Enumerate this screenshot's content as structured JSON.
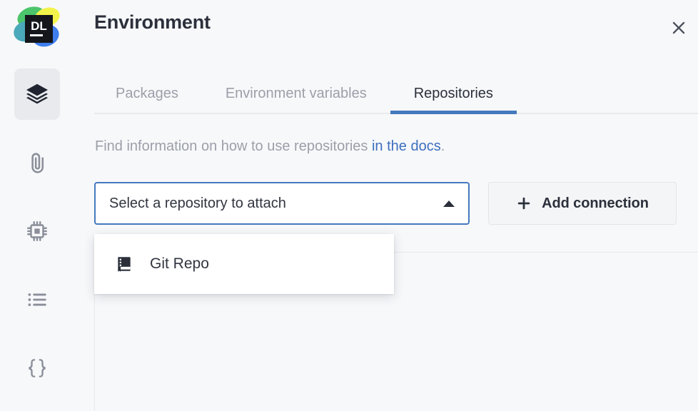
{
  "app": {
    "logo_name": "datalore-logo",
    "logo_text": "DL",
    "background": "#f7f8fa"
  },
  "sidebar": {
    "items": [
      {
        "name": "layers",
        "icon": "layers-icon",
        "active": true
      },
      {
        "name": "attachments",
        "icon": "paperclip-icon",
        "active": false
      },
      {
        "name": "compute",
        "icon": "cpu-chip-icon",
        "active": false
      },
      {
        "name": "outline",
        "icon": "list-icon",
        "active": false
      },
      {
        "name": "variables",
        "icon": "curly-braces-icon",
        "active": false
      }
    ]
  },
  "header": {
    "title": "Environment",
    "close_icon": "close-icon"
  },
  "tabs": [
    {
      "label": "Packages",
      "active": false
    },
    {
      "label": "Environment variables",
      "active": false
    },
    {
      "label": "Repositories",
      "active": true
    }
  ],
  "main": {
    "hint_prefix": "Find information on how to use repositories ",
    "hint_link": "in the docs",
    "hint_suffix": ".",
    "select": {
      "value": "Select a repository to attach",
      "placeholder": "Select a repository to attach",
      "expanded": true,
      "caret_icon": "chevron-up-icon"
    },
    "add_connection": {
      "label": "Add connection",
      "icon": "plus-icon"
    },
    "dropdown": {
      "options": [
        {
          "label": "Git Repo",
          "icon": "book-repo-icon"
        }
      ]
    }
  },
  "colors": {
    "accent": "#4579bd",
    "link": "#3d6fbd",
    "text": "#31353f",
    "muted": "#9b9fa8",
    "border": "#e6e8eb",
    "surface": "#ffffff",
    "background": "#f7f8fa"
  }
}
